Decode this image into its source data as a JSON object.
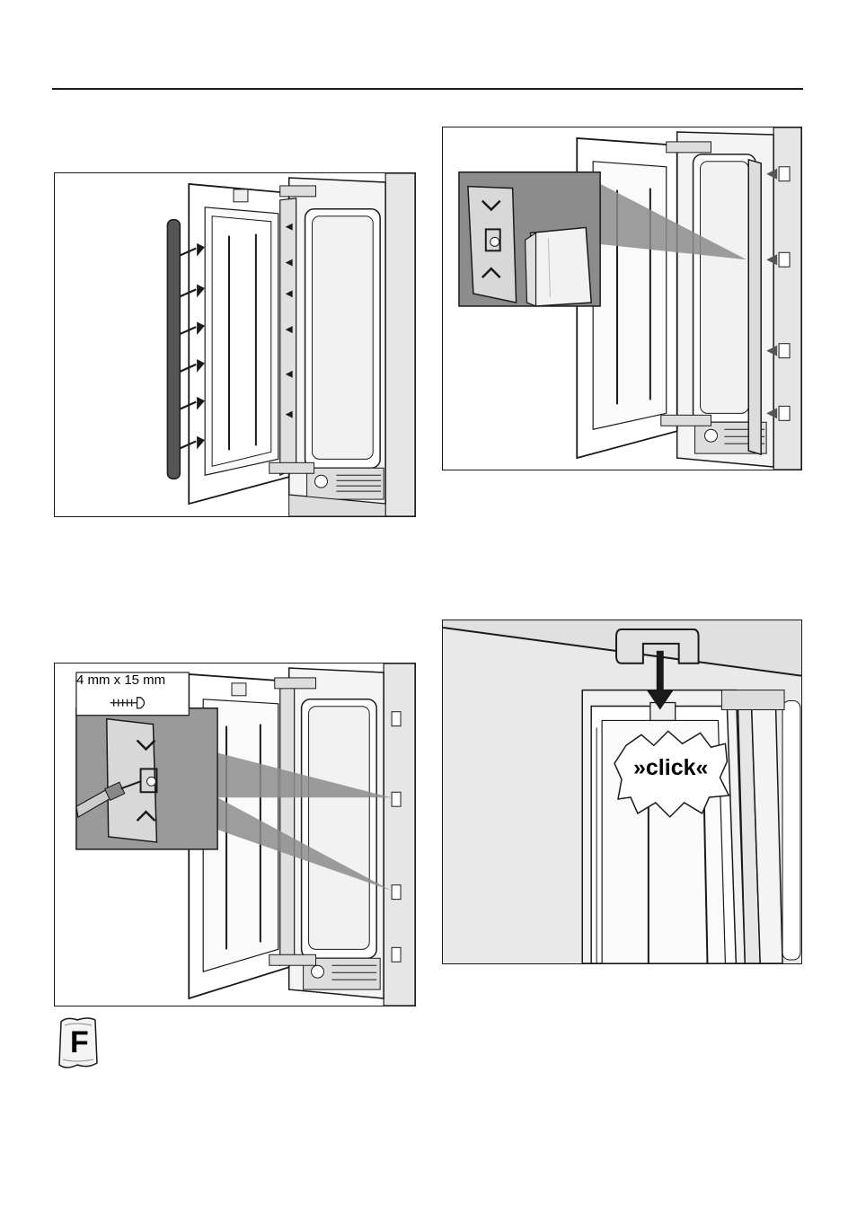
{
  "figures": {
    "fig3": {
      "screw_size_label": "4 mm x 15 mm"
    },
    "fig4": {
      "click_label": "»click«"
    }
  },
  "accessory_pack": {
    "letter": "F"
  },
  "colors": {
    "line": "#1a1a1a",
    "wall": "#e9e9e9",
    "panel_gray": "#8c8c8c",
    "callout_gray": "#9a9a9a"
  },
  "icons": [
    "screw-icon",
    "chevron-up-icon",
    "chevron-down-icon",
    "accessory-bag-icon"
  ]
}
